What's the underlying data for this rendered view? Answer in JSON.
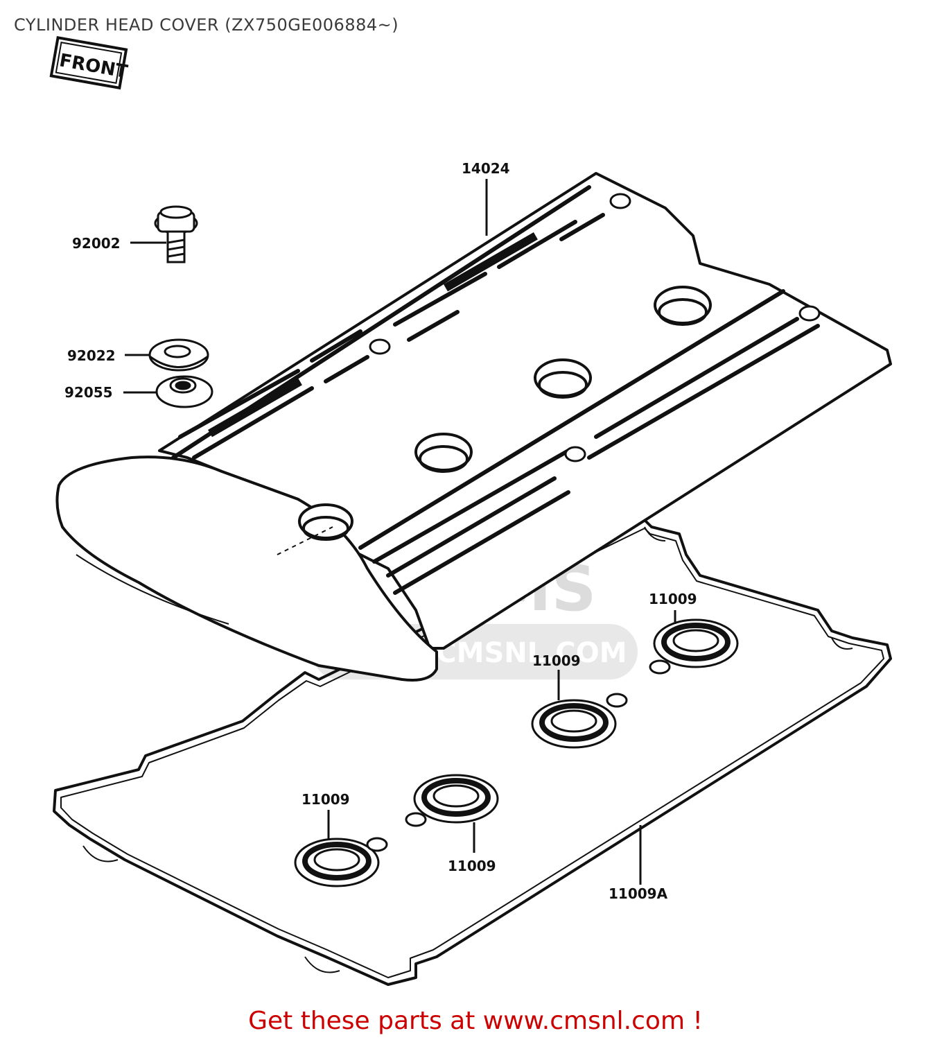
{
  "title": "CYLINDER HEAD COVER (ZX750GE006884~)",
  "front_tag": "FRONT",
  "parts": {
    "cover": "14024",
    "bolt": "92002",
    "washer": "92022",
    "grommet": "92055",
    "seal_1": "11009",
    "seal_2": "11009",
    "seal_3": "11009",
    "seal_4": "11009",
    "gasket": "11009A"
  },
  "watermark": {
    "brand": "CMS",
    "url": "WWW.CMSNL.COM"
  },
  "footer": {
    "text": "Get these parts at www.cmsnl.com !"
  },
  "colors": {
    "line": "#111111",
    "footer": "#cc0000",
    "watermark": "#d9d9d9"
  }
}
